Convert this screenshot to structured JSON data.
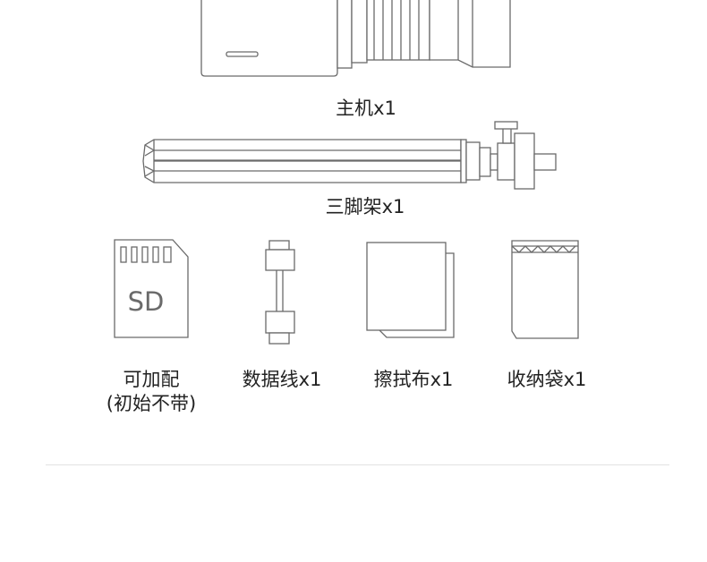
{
  "items": {
    "main_unit": {
      "label": "主机x1"
    },
    "tripod": {
      "label": "三脚架x1"
    },
    "sd_card": {
      "line1": "可加配",
      "line2": "(初始不带)",
      "card_text": "SD"
    },
    "data_cable": {
      "label": "数据线x1"
    },
    "cleaning_cloth": {
      "label": "擦拭布x1"
    },
    "storage_bag": {
      "label": "收纳袋x1"
    }
  }
}
